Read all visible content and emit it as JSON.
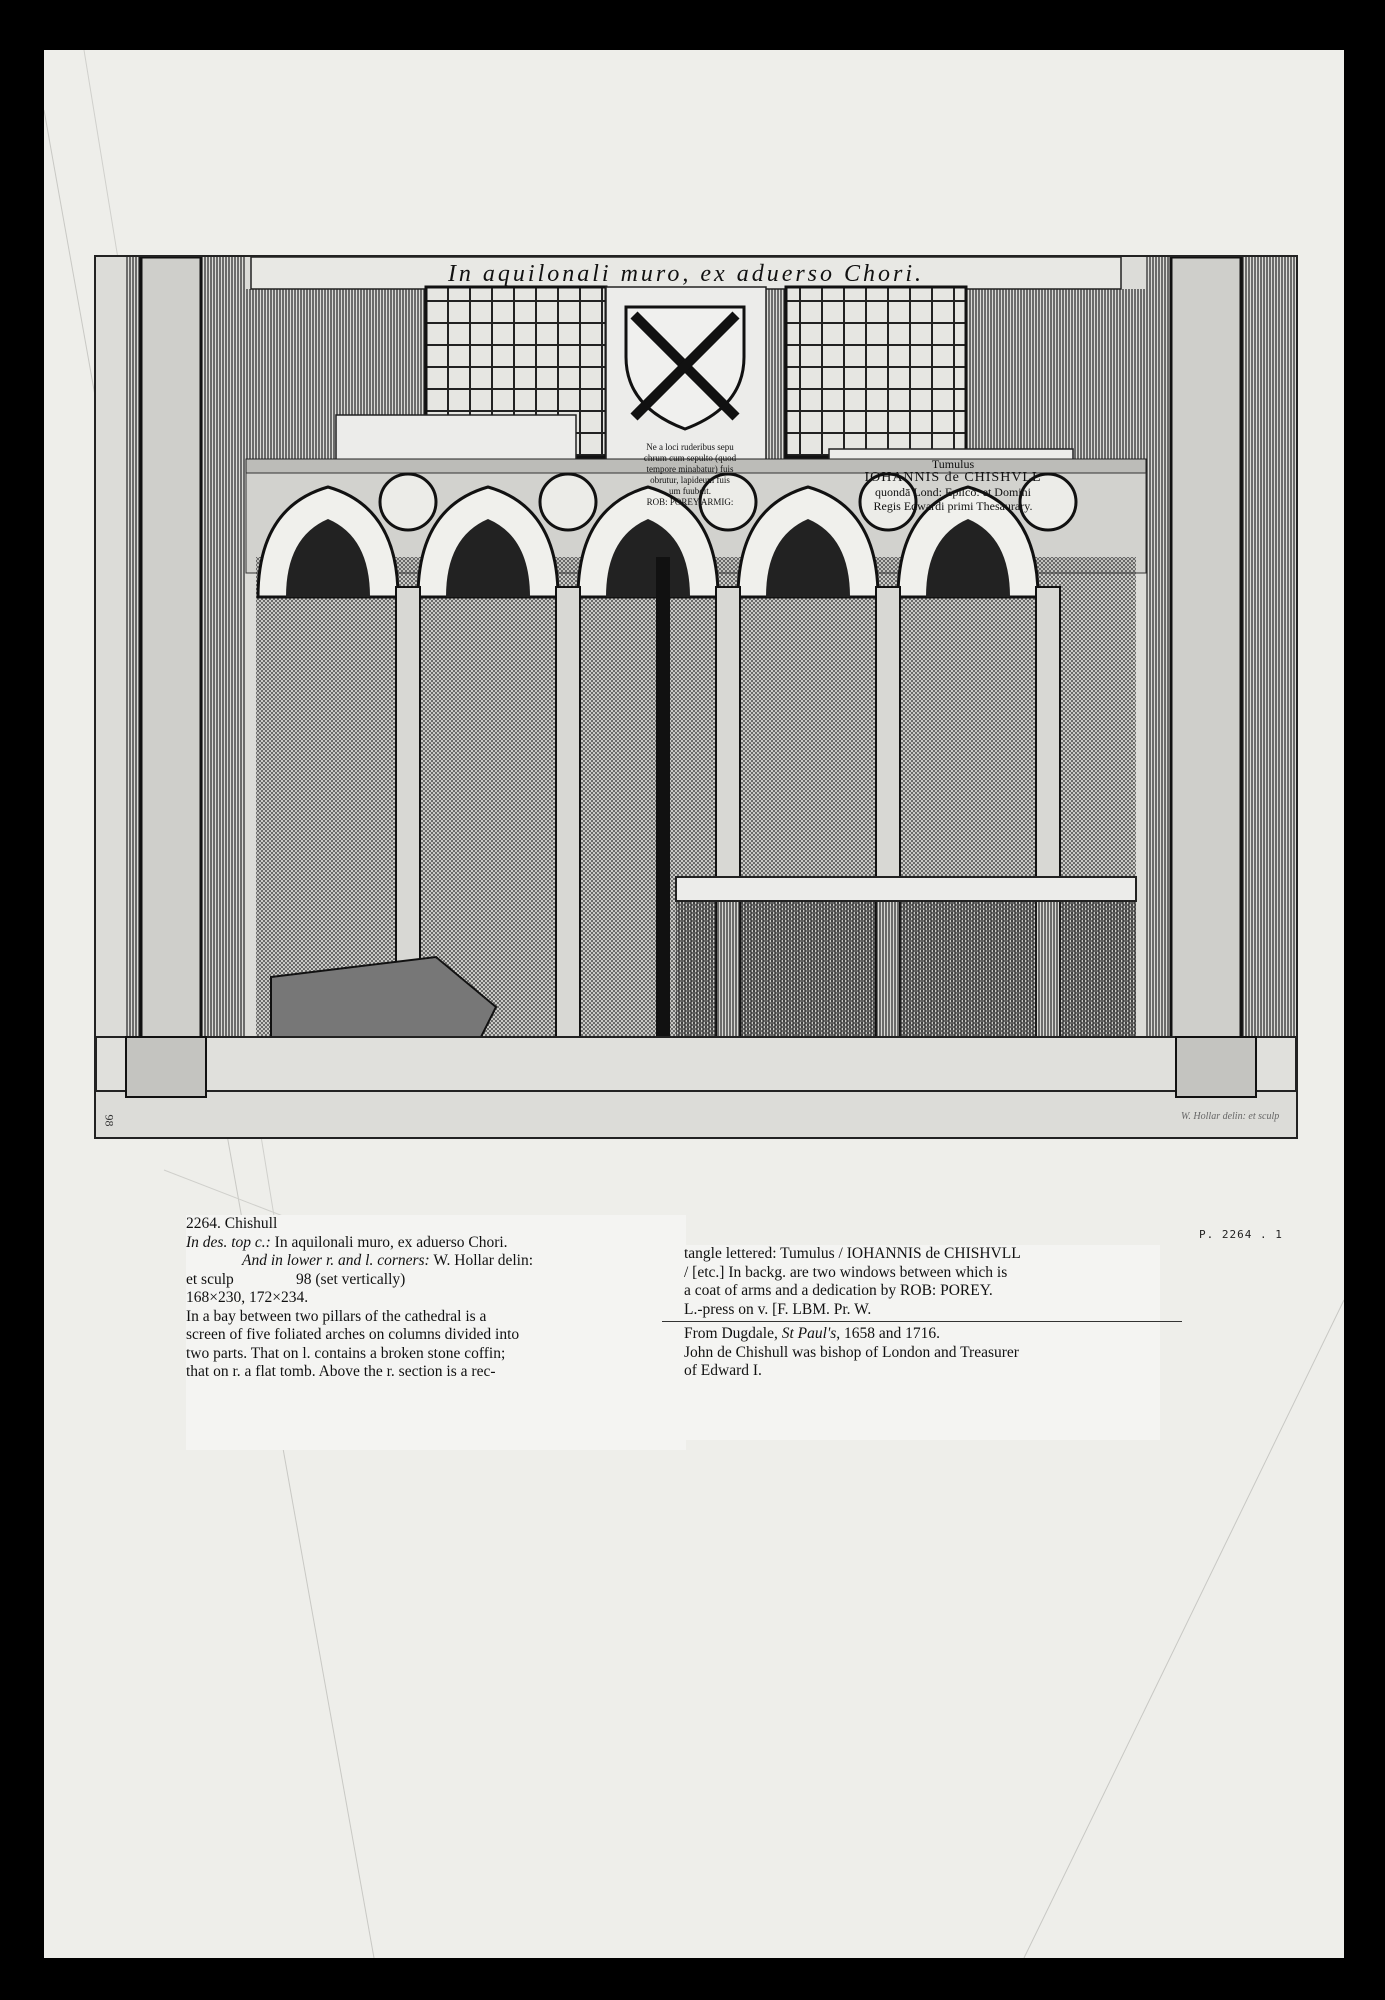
{
  "plate": {
    "title": "In aquilonali muro, ex aduerso Chori.",
    "inscription_left": [
      "Ne a loci ruderibus sepu",
      "chrum cum sepulto (quod",
      "tempore minabatur) fuis",
      "obrutur, lapideum fuis",
      "um fuubdit.",
      "ROB: POREY ARMIG:"
    ],
    "inscription_right": [
      "Tumulus",
      "IOHANNIS de CHISHVLL",
      "quondā Lond: Epiſco: et Domini",
      "Regis Edwardi primi Thesaurary."
    ],
    "number": "98",
    "signature": "W. Hollar delin: et sculp"
  },
  "ref_mark": "P. 2264 . 1",
  "catalogue": {
    "heading": "2264.  Chishull",
    "left_lines": [
      {
        "label": "In des. top c.:",
        "text": " In aquilonali muro, ex aduerso Chori."
      },
      {
        "label": "And in lower r. and l. corners:",
        "text": " W. Hollar delin:"
      },
      {
        "label": "",
        "text": "et sculp"
      },
      {
        "label": "",
        "text": "168×230,  172×234."
      },
      {
        "label": "",
        "text": "In a bay between two pillars of the cathedral is a"
      },
      {
        "label": "",
        "text": "screen of five foliated arches on columns divided into"
      },
      {
        "label": "",
        "text": "two parts.  That on l. contains a broken stone coffin;"
      },
      {
        "label": "",
        "text": "that on r. a flat tomb.  Above the r. section is a rec-"
      }
    ],
    "sculp_note": "98 (set vertically)",
    "right_lines": [
      "tangle lettered:  Tumulus / IOHANNIS de CHISHVLL",
      "/ [etc.]   In backg. are two windows between which is",
      "a coat of arms and a dedication by ROB: POREY.",
      "L.-press on v.  [F. LBM. Pr. W."
    ],
    "source_pre": "From Dugdale, ",
    "source_title": "St Paul's",
    "source_post": ", 1658 and 1716.",
    "bio_lines": [
      "John de Chishull was bishop of London and Treasurer",
      "of Edward I."
    ]
  }
}
